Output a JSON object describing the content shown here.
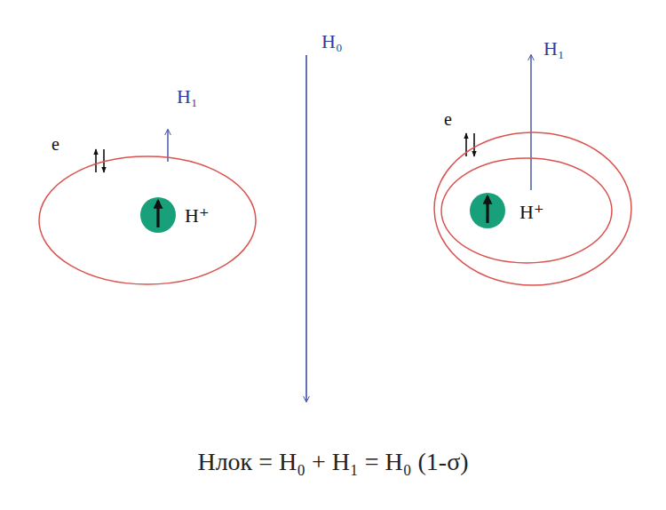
{
  "diagram": {
    "nodes": [
      {
        "text": [
          "H⁺"
        ]
      },
      {
        "text": [
          "H⁺"
        ]
      }
    ],
    "labels": [
      "H₀",
      "H₁",
      "e",
      "H₁",
      "e",
      "Hлок = H₀ + H₁ = H₀ (1-σ)"
    ]
  }
}
